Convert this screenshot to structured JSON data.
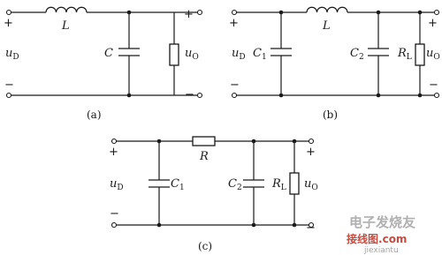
{
  "circuits": {
    "a": {
      "caption": "(a)",
      "input_label": "u",
      "input_sub": "D",
      "plus": "+",
      "minus": "−",
      "inductor_label": "L",
      "cap_label": "C",
      "output_label": "u",
      "output_sub": "O"
    },
    "b": {
      "caption": "(b)",
      "input_label": "u",
      "input_sub": "D",
      "plus": "+",
      "minus": "−",
      "inductor_label": "L",
      "c1_label": "C",
      "c1_sub": "1",
      "c2_label": "C",
      "c2_sub": "2",
      "rl_label": "R",
      "rl_sub": "L",
      "output_label": "u",
      "output_sub": "O"
    },
    "c": {
      "caption": "(c)",
      "input_label": "u",
      "input_sub": "D",
      "plus": "+",
      "minus": "−",
      "resistor_label": "R",
      "c1_label": "C",
      "c1_sub": "1",
      "c2_label": "C",
      "c2_sub": "2",
      "rl_label": "R",
      "rl_sub": "L",
      "output_label": "u",
      "output_sub": "O"
    }
  },
  "watermark": {
    "line1": "电子发烧友",
    "line2": "接线图",
    "line2_suffix": ".com",
    "line3": "jiexiantu"
  }
}
